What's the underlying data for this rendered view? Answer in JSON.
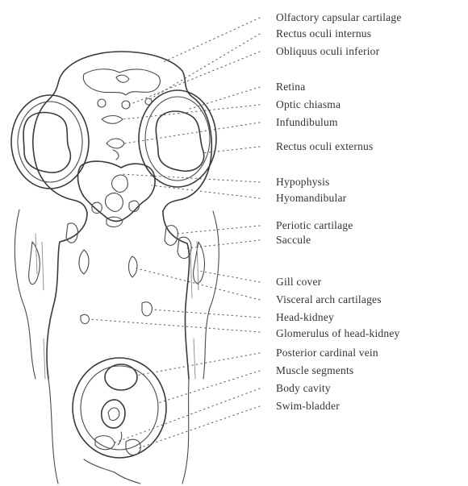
{
  "figure": {
    "labels": [
      "Olfactory capsular cartilage",
      "Rectus oculi internus",
      "Obliquus oculi inferior",
      "Retina",
      "Optic chiasma",
      "Infundibulum",
      "Rectus oculi externus",
      "Hypophysis",
      "Hyomandibular",
      "Periotic cartilage",
      "Saccule",
      "Gill cover",
      "Visceral arch cartilages",
      "Head-kidney",
      "Glomerulus of head-kidney",
      "Posterior cardinal vein",
      "Muscle segments",
      "Body cavity",
      "Swim-bladder"
    ]
  }
}
